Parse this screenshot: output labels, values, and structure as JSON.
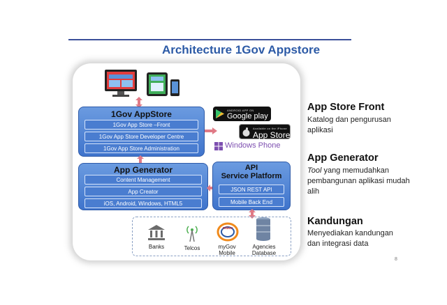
{
  "slide": {
    "title": "Architecture 1Gov Appstore",
    "page_mark": "8"
  },
  "diagram": {
    "appstore": {
      "title": "1Gov AppStore",
      "items": [
        "1Gov App Store –Front",
        "1Gov App Store Developer Centre",
        "1Gov App Store Administration"
      ]
    },
    "app_generator": {
      "title": "App Generator",
      "items": [
        "Content Management",
        "App Creator",
        "iOS, Android, Windows, HTML5"
      ]
    },
    "api_platform": {
      "title_line1": "API",
      "title_line2": "Service Platform",
      "items": [
        "JSON REST API",
        "Mobile Back End"
      ]
    },
    "stores": {
      "google_small": "ANDROID APP ON",
      "google_big": "Google play",
      "apple_small": "Available on the iPhone",
      "apple_big": "App Store",
      "windows": "Windows Phone"
    },
    "agencies": {
      "banks": "Banks",
      "telcos": "Telcos",
      "mygov_line1": "myGov",
      "mygov_line2": "Mobile",
      "agencies_line1": "Agencies",
      "agencies_line2": "Database",
      "mygov_logo_text": "mGov"
    }
  },
  "features": [
    {
      "title": "App Store Front",
      "desc_line1": "Katalog  dan pengurusan",
      "desc_line2": "aplikasi"
    },
    {
      "title": "App Generator",
      "desc_em": "Tool",
      "desc_line1_rest": " yang memudahkan",
      "desc_line2": "pembangunan aplikasi mudah",
      "desc_line3": "alih"
    },
    {
      "title": "Kandungan",
      "desc_line1": "Menyediakan kandungan",
      "desc_line2": "dan integrasi data"
    }
  ],
  "colors": {
    "title": "#2c5aa6",
    "box_blue": "#3f74cc",
    "arrow_pink": "#e07a86"
  }
}
